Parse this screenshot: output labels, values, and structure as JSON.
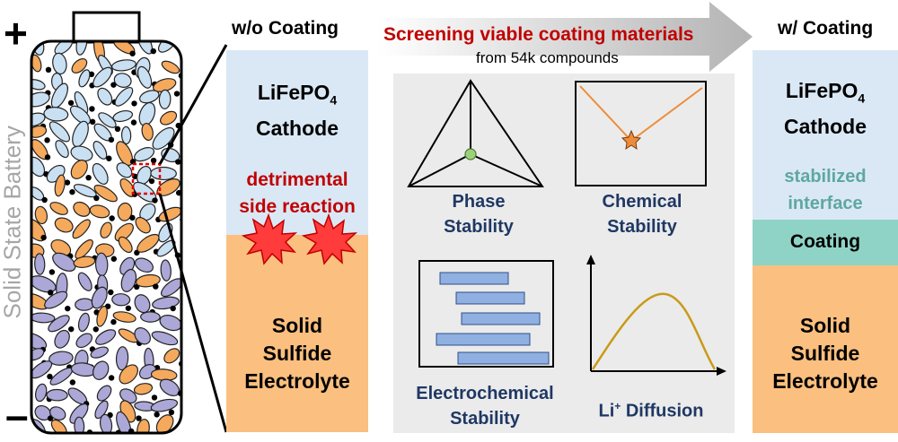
{
  "battery": {
    "plus_sign": "+",
    "minus_sign": "–",
    "vertical_label": "Solid State Battery"
  },
  "without_coating": {
    "header": "w/o Coating",
    "cathode_line1": "LiFePO",
    "cathode_sub": "4",
    "cathode_line2": "Cathode",
    "side_reaction_line1": "detrimental",
    "side_reaction_line2": "side reaction",
    "electrolyte_line1": "Solid",
    "electrolyte_line2": "Sulfide",
    "electrolyte_line3": "Electrolyte"
  },
  "screening": {
    "title": "Screening viable coating materials",
    "subtitle": "from 54k compounds"
  },
  "panels": {
    "phase_line1": "Phase",
    "phase_line2": "Stability",
    "chemical_line1": "Chemical",
    "chemical_line2": "Stability",
    "electrochem_line1": "Electrochemical",
    "electrochem_line2": "Stability",
    "li_prefix": "Li",
    "li_sup": "+",
    "li_suffix": " Diffusion"
  },
  "with_coating": {
    "header": "w/ Coating",
    "cathode_line1": "LiFePO",
    "cathode_sub": "4",
    "cathode_line2": "Cathode",
    "stabilized_line1": "stabilized",
    "stabilized_line2": "interface",
    "coating_label": "Coating",
    "electrolyte_line1": "Solid",
    "electrolyte_line2": "Sulfide",
    "electrolyte_line3": "Electrolyte"
  },
  "colors": {
    "cathode_blue": "#dae8f5",
    "electrolyte_orange": "#fbbf7f",
    "coating_teal": "#8fd3c7",
    "panel_gray": "#ebebeb",
    "title_red": "#c00000",
    "label_navy": "#1f3864",
    "particle_blue": "#c9dff2",
    "particle_orange": "#f5a95c",
    "particle_purple": "#aba7d6",
    "curve_gold": "#c99a1a",
    "line_orange": "#ed8d3b"
  }
}
